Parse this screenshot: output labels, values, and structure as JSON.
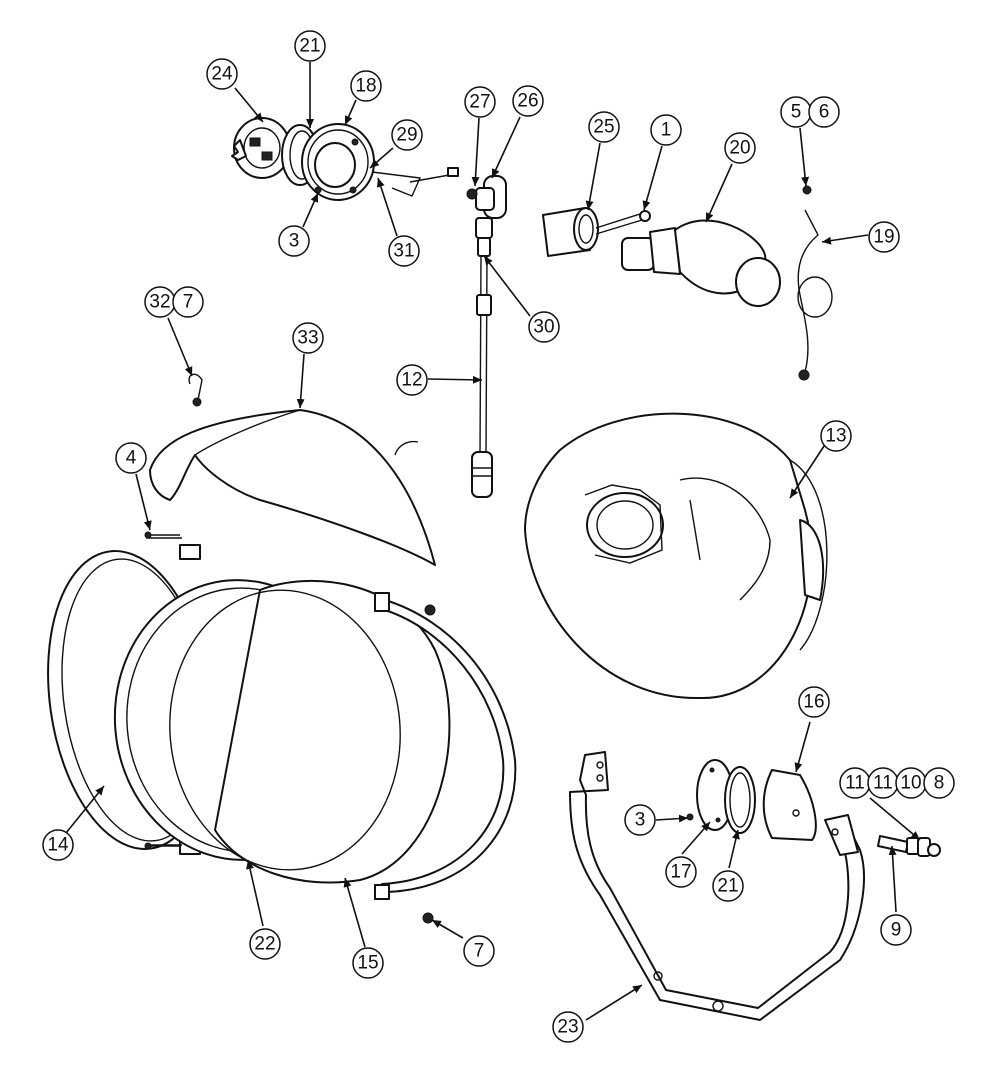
{
  "callouts": {
    "c24": "24",
    "c21a": "21",
    "c18": "18",
    "c29": "29",
    "c3a": "3",
    "c31": "31",
    "c27": "27",
    "c26": "26",
    "c30": "30",
    "c25": "25",
    "c1": "1",
    "c20": "20",
    "c5": "5",
    "c6": "6",
    "c19": "19",
    "c32": "32",
    "c7a": "7",
    "c33": "33",
    "c12": "12",
    "c13": "13",
    "c4": "4",
    "c14": "14",
    "c22": "22",
    "c15": "15",
    "c7b": "7",
    "c16": "16",
    "c3b": "3",
    "c17": "17",
    "c21b": "21",
    "c11a": "11",
    "c11b": "11",
    "c10": "10",
    "c8": "8",
    "c9": "9",
    "c23": "23"
  }
}
